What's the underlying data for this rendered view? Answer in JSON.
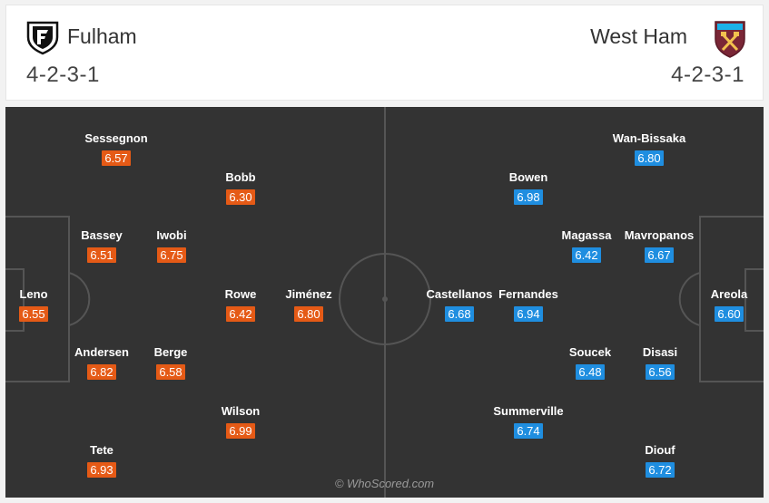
{
  "home": {
    "name": "Fulham",
    "formation": "4-2-3-1",
    "crest_icon": "fulham-crest-icon",
    "rating_color": "#e55a16",
    "players": [
      {
        "name": "Sessegnon",
        "rating": "6.57"
      },
      {
        "name": "Bobb",
        "rating": "6.30"
      },
      {
        "name": "Bassey",
        "rating": "6.51"
      },
      {
        "name": "Iwobi",
        "rating": "6.75"
      },
      {
        "name": "Leno",
        "rating": "6.55"
      },
      {
        "name": "Rowe",
        "rating": "6.42"
      },
      {
        "name": "Jiménez",
        "rating": "6.80"
      },
      {
        "name": "Andersen",
        "rating": "6.82"
      },
      {
        "name": "Berge",
        "rating": "6.58"
      },
      {
        "name": "Wilson",
        "rating": "6.99"
      },
      {
        "name": "Tete",
        "rating": "6.93"
      }
    ]
  },
  "away": {
    "name": "West Ham",
    "formation": "4-2-3-1",
    "crest_icon": "west-ham-crest-icon",
    "rating_color": "#1f8ee0",
    "players": [
      {
        "name": "Wan-Bissaka",
        "rating": "6.80"
      },
      {
        "name": "Bowen",
        "rating": "6.98"
      },
      {
        "name": "Magassa",
        "rating": "6.42"
      },
      {
        "name": "Mavropanos",
        "rating": "6.67"
      },
      {
        "name": "Castellanos",
        "rating": "6.68"
      },
      {
        "name": "Fernandes",
        "rating": "6.94"
      },
      {
        "name": "Areola",
        "rating": "6.60"
      },
      {
        "name": "Soucek",
        "rating": "6.48"
      },
      {
        "name": "Disasi",
        "rating": "6.56"
      },
      {
        "name": "Summerville",
        "rating": "6.74"
      },
      {
        "name": "Diouf",
        "rating": "6.72"
      }
    ]
  },
  "watermark": "© WhoScored.com"
}
